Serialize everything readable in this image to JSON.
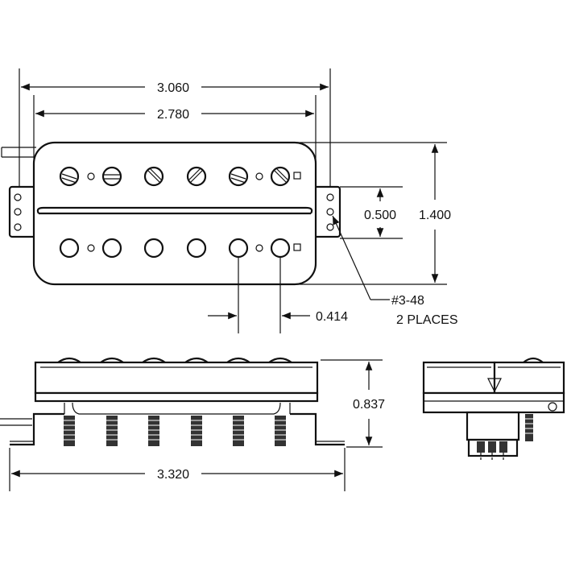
{
  "drawing": {
    "dimensions": {
      "overall_width": "3.060",
      "coil_width": "2.780",
      "overall_height": "1.400",
      "mount_spacing": "0.500",
      "pole_spacing": "0.414",
      "side_height": "0.837",
      "base_width": "3.320"
    },
    "screw_callout": {
      "size": "#3-48",
      "places": "2 PLACES"
    }
  }
}
